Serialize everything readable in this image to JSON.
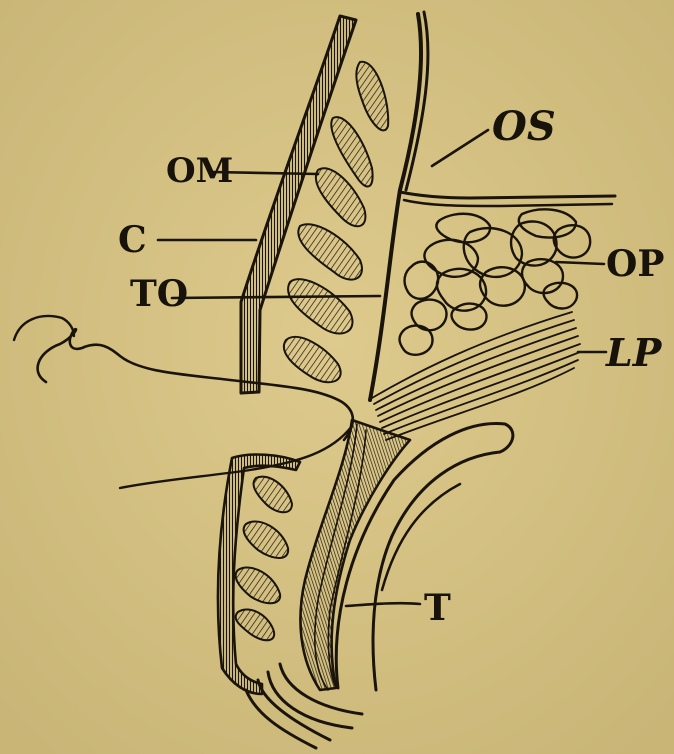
{
  "labels": {
    "os": "OS",
    "om": "OM",
    "c": "C",
    "op": "OP",
    "to": "TO",
    "lp": "LP",
    "t": "T"
  },
  "colors": {
    "paper": "#d6c486",
    "ink": "#1a140b"
  }
}
